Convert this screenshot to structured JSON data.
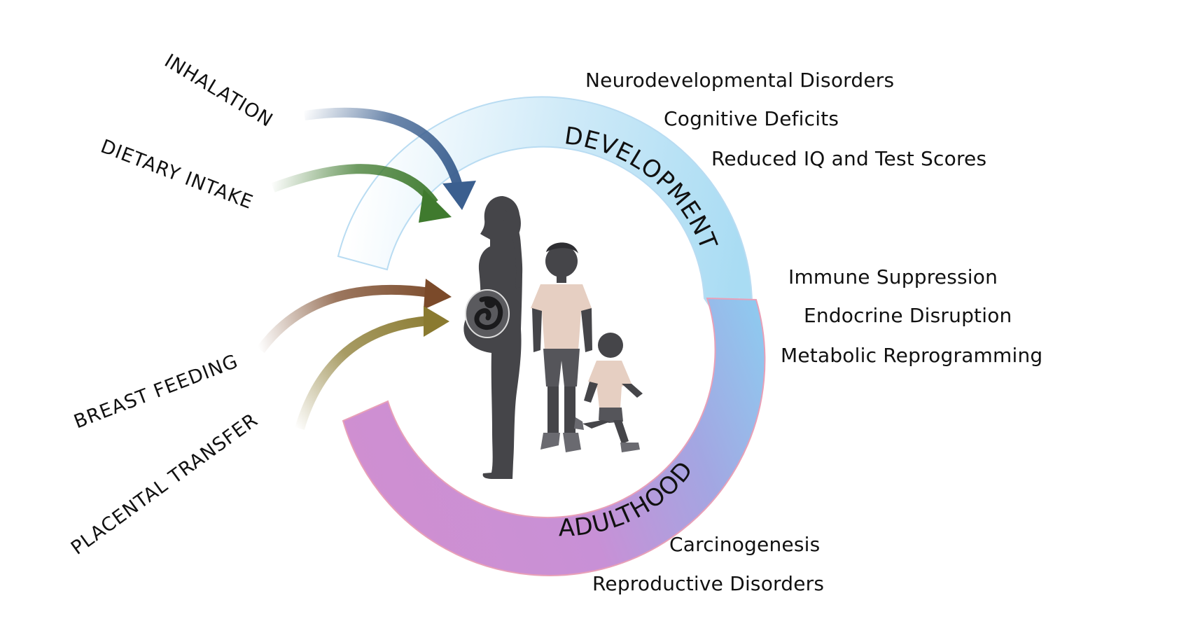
{
  "exposure_routes": [
    {
      "label": "INHALATION",
      "color": "#3b5f8f"
    },
    {
      "label": "DIETARY INTAKE",
      "color": "#3f7a2e"
    },
    {
      "label": "BREAST FEEDING",
      "color": "#7b4a2a"
    },
    {
      "label": "PLACENTAL TRANSFER",
      "color": "#8a7a30"
    }
  ],
  "stages": {
    "development": {
      "label": "DEVELOPMENT",
      "color": "#a9dcf3"
    },
    "adulthood": {
      "label": "ADULTHOOD",
      "color": "#cf8fd1"
    }
  },
  "outcomes": {
    "development": [
      "Neurodevelopmental Disorders",
      "Cognitive Deficits",
      "Reduced IQ and Test Scores"
    ],
    "transition": [
      "Immune Suppression",
      "Endocrine Disruption",
      "Metabolic Reprogramming"
    ],
    "adulthood": [
      "Carcinogenesis",
      "Reproductive Disorders"
    ]
  },
  "figure_icons": [
    "pregnant-woman-icon",
    "fetus-icon",
    "child-icon",
    "toddler-icon"
  ]
}
